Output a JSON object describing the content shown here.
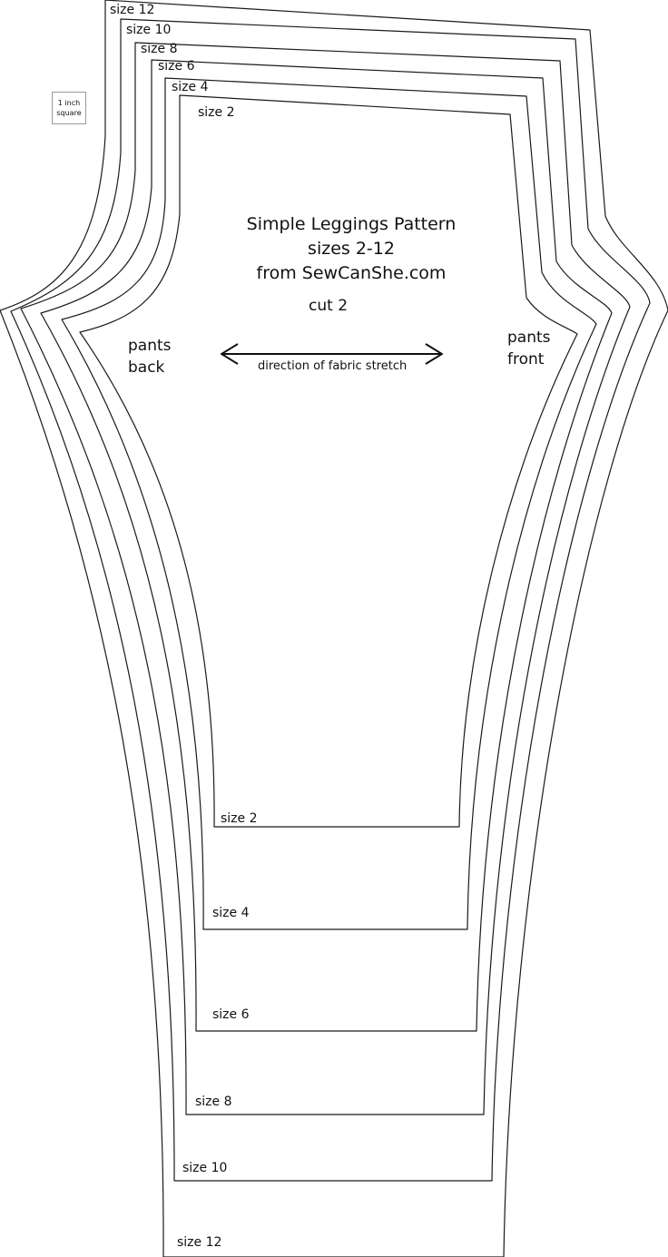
{
  "title_lines": [
    "Simple Leggings Pattern",
    "sizes 2-12",
    "from SewCanShe.com"
  ],
  "cut_note": "cut 2",
  "back_label": [
    "pants",
    "back"
  ],
  "front_label": [
    "pants",
    "front"
  ],
  "stretch_label": "direction of fabric stretch",
  "reference_square": [
    "1 inch",
    "square"
  ],
  "sizes": [
    {
      "name": "size 2",
      "top_label": "size 2",
      "hem_label": "size 2"
    },
    {
      "name": "size 4",
      "top_label": "size 4",
      "hem_label": "size 4"
    },
    {
      "name": "size 6",
      "top_label": "size 6",
      "hem_label": "size 6"
    },
    {
      "name": "size 8",
      "top_label": "size 8",
      "hem_label": "size 8"
    },
    {
      "name": "size 10",
      "top_label": "size 10",
      "hem_label": "size 10"
    },
    {
      "name": "size 12",
      "top_label": "size 12",
      "hem_label": "size 12"
    }
  ]
}
